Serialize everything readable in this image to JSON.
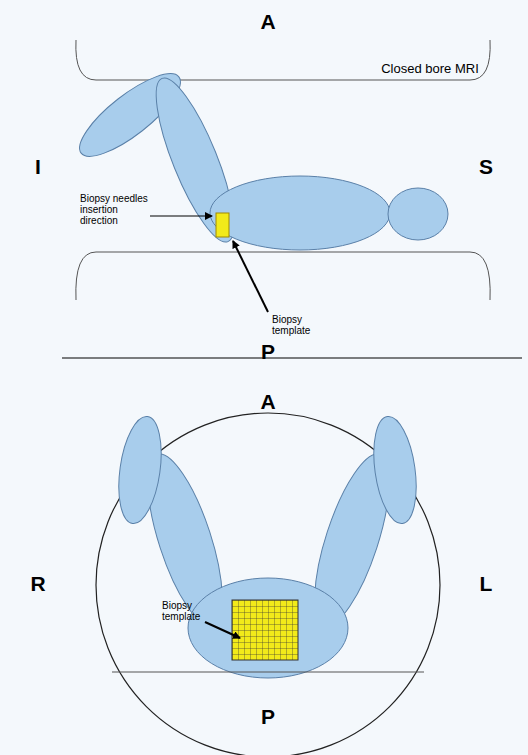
{
  "diagram": {
    "labels": [
      "A",
      "Closed bore MRI",
      "I",
      "S",
      "Biopsy needles insertion direction",
      "Biopsy template",
      "P",
      "A",
      "R",
      "L",
      "Biopsy template",
      "P"
    ]
  }
}
